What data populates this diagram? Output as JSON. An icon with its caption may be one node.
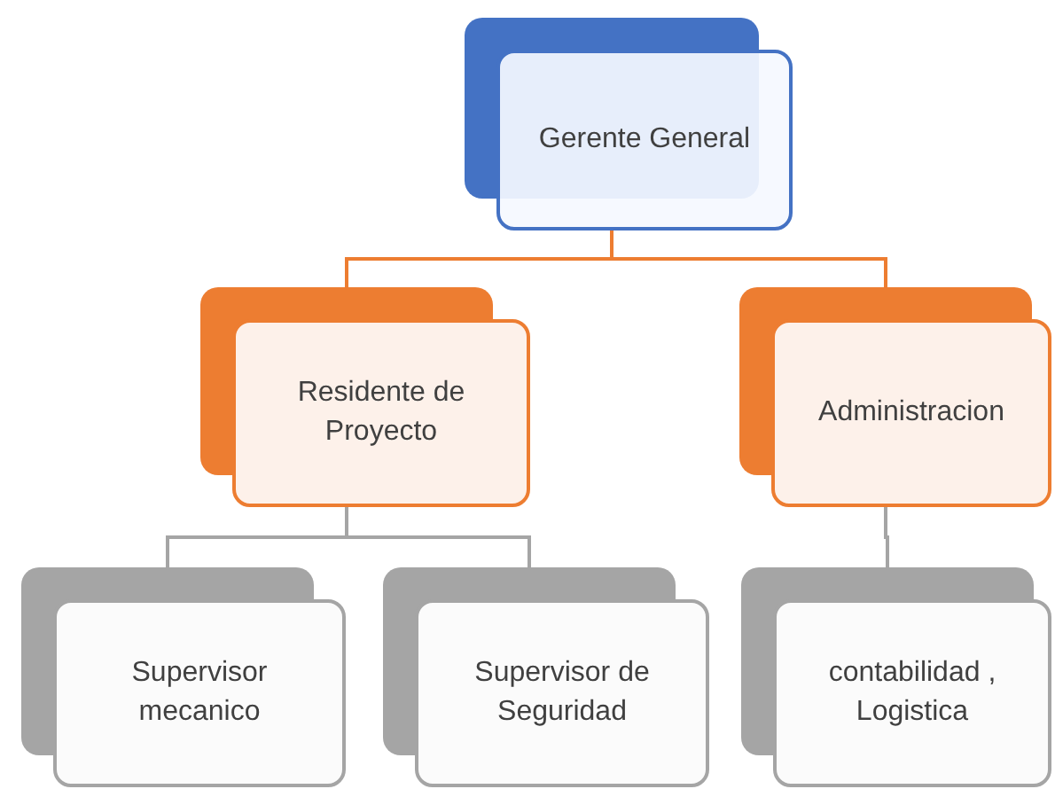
{
  "diagram": {
    "nodes": [
      {
        "text": [
          "Gerente General"
        ]
      },
      {
        "text": [
          "Residente de Proyecto"
        ]
      },
      {
        "text": [
          "Administracion"
        ]
      },
      {
        "text": [
          "Supervisor mecanico"
        ]
      },
      {
        "text": [
          "Supervisor de Seguridad"
        ]
      },
      {
        "text": [
          "contabilidad , Logistica"
        ]
      }
    ],
    "edges": [
      {
        "from": 0,
        "to": 1,
        "arrow": "none",
        "color": "#ed7d31"
      },
      {
        "from": 0,
        "to": 2,
        "arrow": "none",
        "color": "#ed7d31"
      },
      {
        "from": 1,
        "to": 3,
        "arrow": "none"
      },
      {
        "from": 1,
        "to": 4,
        "arrow": "none"
      },
      {
        "from": 2,
        "to": 5,
        "arrow": "none"
      }
    ]
  }
}
